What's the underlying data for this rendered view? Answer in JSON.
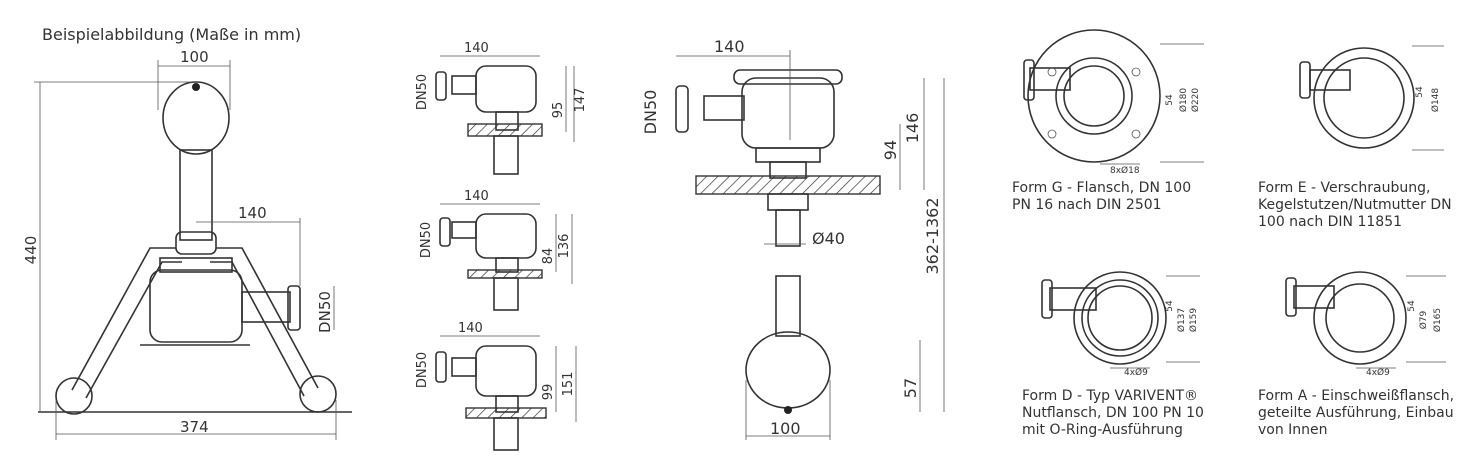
{
  "heading": "Beispielabbildung (Maße in mm)",
  "main_view": {
    "top_width": "100",
    "side_offset": "140",
    "height": "440",
    "connection": "DN50",
    "base_width": "374"
  },
  "small_views": [
    {
      "width": "140",
      "connection": "DN50",
      "h_inner": "95",
      "h_outer": "147"
    },
    {
      "width": "140",
      "connection": "DN50",
      "h_inner": "84",
      "h_outer": "136"
    },
    {
      "width": "140",
      "connection": "DN50",
      "h_inner": "99",
      "h_outer": "151"
    }
  ],
  "large_view": {
    "width": "140",
    "connection": "DN50",
    "h_inner": "94",
    "h_outer": "146",
    "pipe_diameter": "Ø40",
    "length_range": "362-1362",
    "ball_height": "57",
    "ball_width": "100"
  },
  "flanges": [
    {
      "caption": "Form G - Flansch, DN 100\nPN 16 nach DIN 2501",
      "dims": [
        "54",
        "Ø180",
        "Ø220"
      ],
      "holes": "8xØ18"
    },
    {
      "caption": "Form E - Verschraubung,\nKegelstutzen/Nutmutter DN\n100 nach DIN 11851",
      "dims": [
        "54",
        "Ø148"
      ],
      "holes": ""
    },
    {
      "caption": "Form D - Typ VARIVENT®\nNutflansch, DN 100 PN 10\nmit O-Ring-Ausführung",
      "dims": [
        "54",
        "Ø137",
        "Ø159"
      ],
      "holes": "4xØ9"
    },
    {
      "caption": "Form A - Einschweißflansch,\ngeteilte Ausführung, Einbau\nvon Innen",
      "dims": [
        "54",
        "Ø79",
        "Ø165"
      ],
      "holes": "4xØ9"
    }
  ]
}
